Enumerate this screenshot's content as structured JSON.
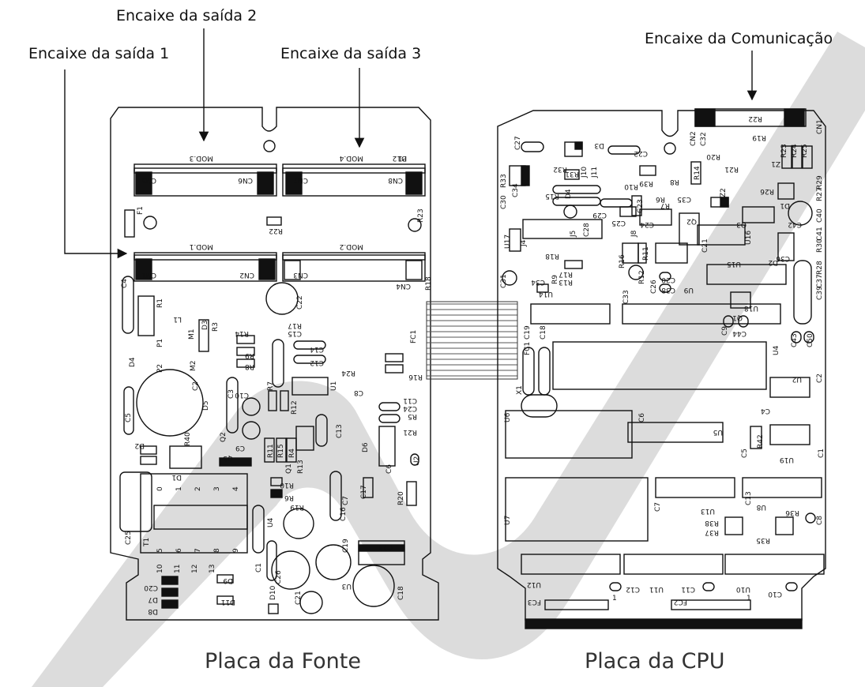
{
  "callouts": {
    "saida1": "Encaixe da saída 1",
    "saida2": "Encaixe da saída 2",
    "saida3": "Encaixe da saída 3",
    "comunicacao": "Encaixe da Comunicação"
  },
  "boards": {
    "fonte": {
      "title": "Placa da Fonte",
      "modules": [
        "MOD.3",
        "MOD.4",
        "MOD.1",
        "MOD.2"
      ],
      "connectors": [
        "CN5",
        "CN6",
        "CN7",
        "CN8",
        "CN1",
        "CN2",
        "CN3",
        "CN4"
      ],
      "transformer": "T1",
      "transformer_pins_top": [
        "0",
        "1",
        "2",
        "3",
        "4"
      ],
      "transformer_pins_bottom": [
        "5",
        "6",
        "7",
        "8",
        "9"
      ],
      "pins_lower": [
        "10",
        "11",
        "12",
        "13"
      ],
      "labels": [
        "P1",
        "F1",
        "R22",
        "R23",
        "C4",
        "R1",
        "L1",
        "P1",
        "M1",
        "D3",
        "R3",
        "R14",
        "R9",
        "R8",
        "D4",
        "P2",
        "M2",
        "C2",
        "C3",
        "C15",
        "R17",
        "C22",
        "C14",
        "C12",
        "R24",
        "FC1",
        "R18",
        "R16",
        "C8",
        "C11",
        "C24",
        "R5",
        "R21",
        "C5",
        "D5",
        "C10",
        "R7",
        "U1",
        "R12",
        "C13",
        "R11",
        "R15",
        "R4",
        "C9",
        "Q3",
        "Q2",
        "R40",
        "D2",
        "D1",
        "Q1",
        "R13",
        "R10",
        "R6",
        "D6",
        "U2",
        "C6",
        "C7",
        "C17",
        "R20",
        "R19",
        "C16",
        "U4",
        "C25",
        "C1",
        "C26",
        "C19",
        "C23",
        "U3",
        "C21",
        "C18",
        "C20",
        "D7",
        "D8",
        "D9",
        "D11",
        "D10",
        "D12"
      ]
    },
    "cpu": {
      "title": "Placa da CPU",
      "labels": [
        "C27",
        "D3",
        "C22",
        "R22",
        "R19",
        "CN2",
        "C32",
        "R20",
        "R23",
        "R24",
        "R25",
        "CN1",
        "Z1",
        "R21",
        "R33",
        "R32",
        "R31",
        "J10",
        "J11",
        "R14",
        "R39",
        "R10",
        "R8",
        "R26",
        "R29",
        "R27",
        "C34",
        "R15",
        "D4",
        "C30",
        "C29",
        "C25",
        "C23",
        "R6",
        "R7",
        "C35",
        "Z2",
        "D1",
        "C40",
        "C42",
        "J4",
        "J5",
        "J8",
        "C28",
        "C24",
        "Q2",
        "Q3",
        "U17",
        "R18",
        "R16",
        "R11",
        "C21",
        "U16",
        "C41",
        "R30",
        "D2",
        "R28",
        "C36",
        "U15",
        "R17",
        "R13",
        "R9",
        "R12",
        "C26",
        "C20",
        "C38",
        "U9",
        "C37",
        "C39",
        "C31",
        "C34",
        "U14",
        "C33",
        "U18",
        "C9",
        "Q1",
        "C44",
        "C43",
        "C50",
        "FC1",
        "C19",
        "C18",
        "U4",
        "U2",
        "C2",
        "X1",
        "C4",
        "U6",
        "C6",
        "U5",
        "R42",
        "C5",
        "U19",
        "C1",
        "U13",
        "C13",
        "U8",
        "R36",
        "C8",
        "C7",
        "U7",
        "R38",
        "R37",
        "R35",
        "U12",
        "C12",
        "U11",
        "C11",
        "U10",
        "C10",
        "FC3",
        "FC2",
        "1",
        "1"
      ]
    }
  }
}
